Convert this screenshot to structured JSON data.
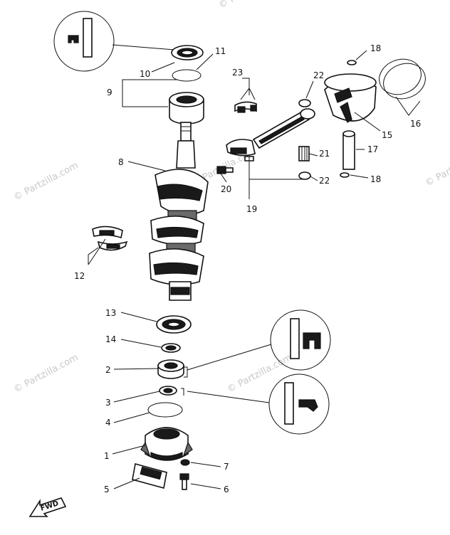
{
  "watermark": "© Partzilla.com",
  "callouts": [
    "1",
    "2",
    "3",
    "4",
    "5",
    "6",
    "7",
    "8",
    "9",
    "10",
    "11",
    "12",
    "13",
    "14",
    "15",
    "16",
    "17",
    "18",
    "19",
    "20",
    "21",
    "22",
    "23"
  ],
  "fwd_label": "FWD",
  "colors": {
    "ink": "#111111",
    "watermark": "#c8c8c8",
    "background": "#ffffff"
  }
}
